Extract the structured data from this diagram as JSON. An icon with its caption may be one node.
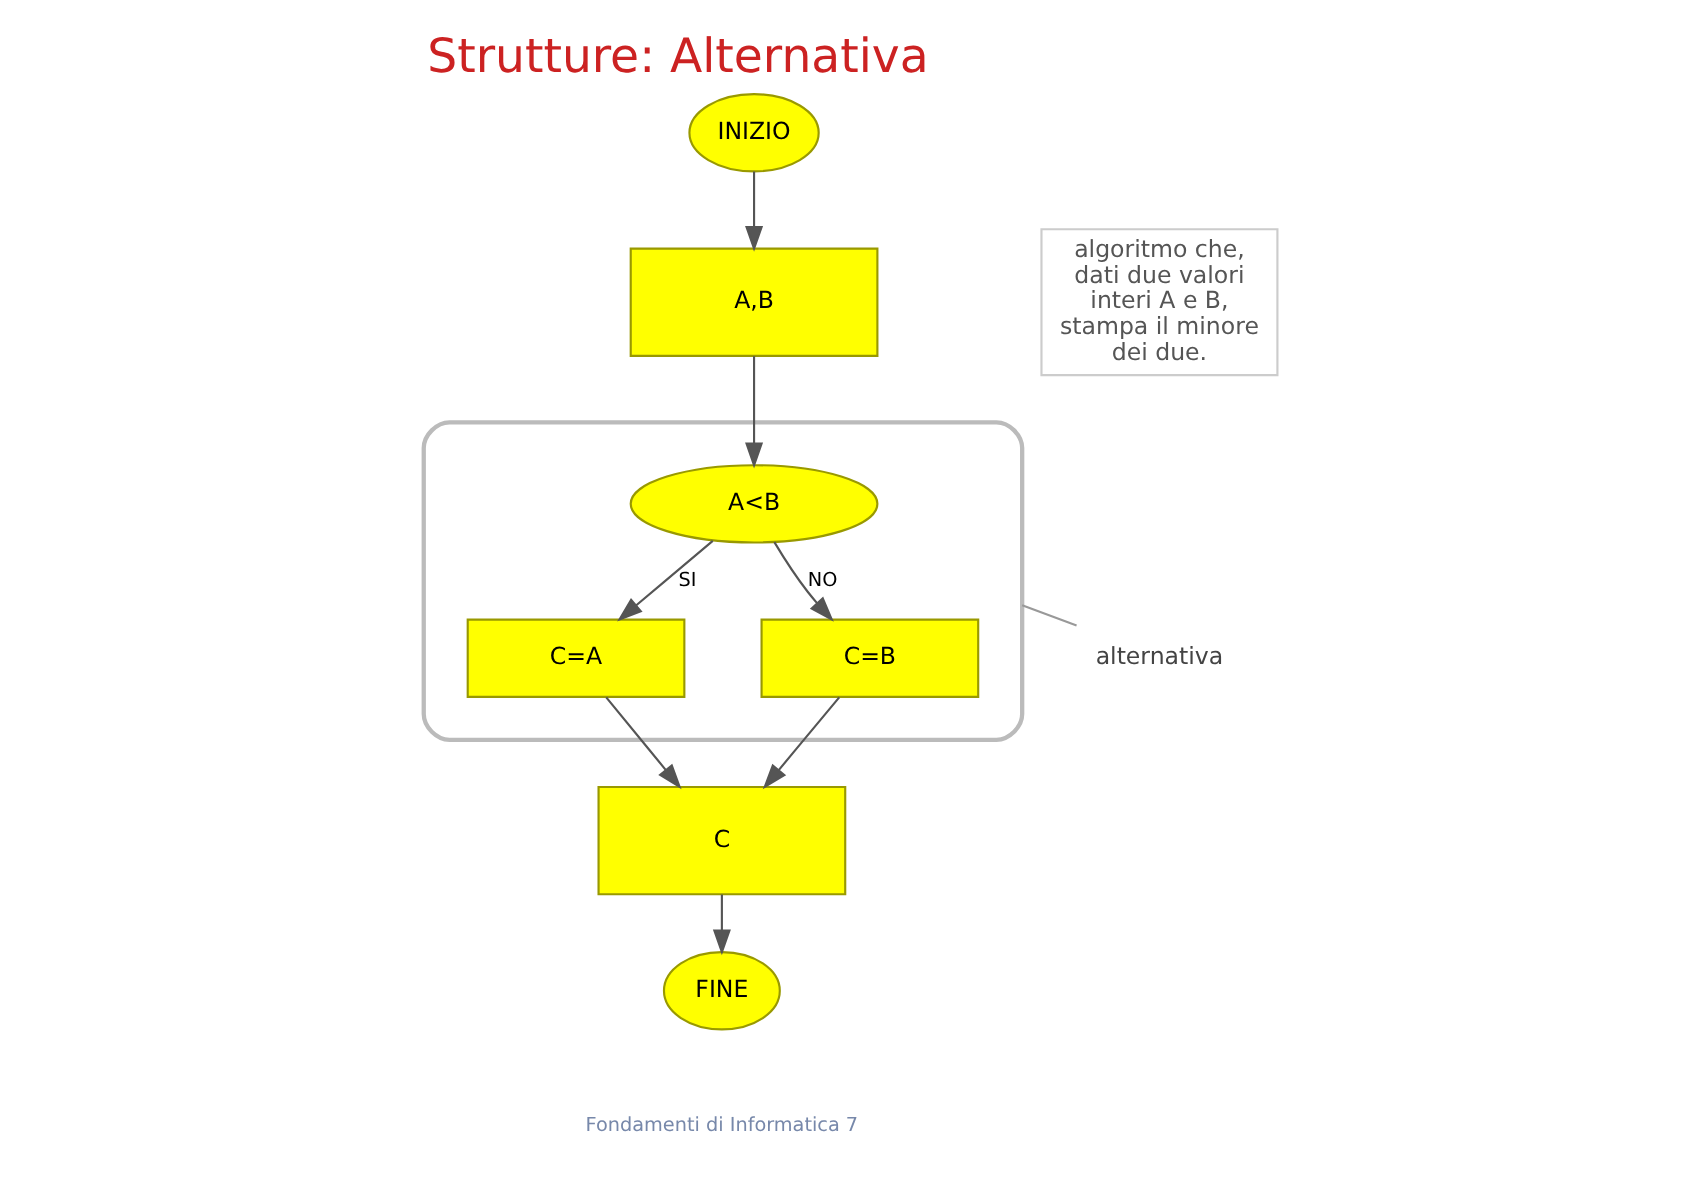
{
  "diagram": {
    "title": "Strutture: Alternativa",
    "nodes": [
      {
        "text": [
          "INIZIO"
        ]
      },
      {
        "text": [
          "A,B"
        ]
      },
      {
        "text": [],
        "shape": "ellipse"
      },
      {
        "text": [
          "A<B"
        ],
        "in": 2
      },
      {
        "text": [
          "C=A"
        ],
        "in": 2
      },
      {
        "text": [
          "C=B"
        ],
        "in": 2
      },
      {
        "text": [
          "C"
        ]
      },
      {
        "text": [
          "FINE"
        ]
      },
      {
        "text": [
          "algoritmo che, dati due valori interi A e B, stampa il minore dei due."
        ]
      },
      {
        "text": [
          "alternativa"
        ]
      }
    ],
    "edges": [
      {
        "from": 0,
        "to": 1,
        "arrow": "to"
      },
      {
        "from": 1,
        "to": 3,
        "arrow": "to"
      },
      {
        "from": 3,
        "to": 4,
        "label": "SI",
        "arrow": "to"
      },
      {
        "from": 3,
        "to": 5,
        "label": "NO",
        "arrow": "to"
      },
      {
        "from": 4,
        "to": 6,
        "arrow": "to"
      },
      {
        "from": 5,
        "to": 6,
        "arrow": "to"
      },
      {
        "from": 6,
        "to": 7,
        "arrow": "to"
      },
      {
        "from": 9,
        "to": 2,
        "arrow": "none",
        "color": "#999999"
      }
    ],
    "labels": [
      "Fondamenti di Informatica 7"
    ]
  }
}
